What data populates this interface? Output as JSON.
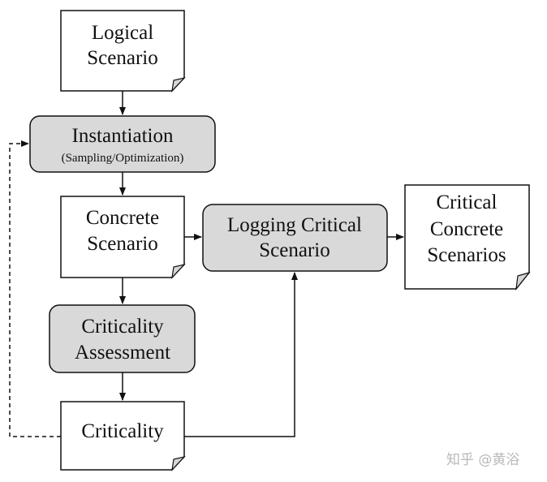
{
  "nodes": {
    "logical_scenario": {
      "line1": "Logical",
      "line2": "Scenario"
    },
    "instantiation": {
      "title": "Instantiation",
      "subtitle": "(Sampling/Optimization)"
    },
    "concrete_scenario": {
      "line1": "Concrete",
      "line2": "Scenario"
    },
    "criticality_assessment": {
      "line1": "Criticality",
      "line2": "Assessment"
    },
    "criticality": {
      "label": "Criticality"
    },
    "logging_critical_scenario": {
      "line1": "Logging Critical",
      "line2": "Scenario"
    },
    "critical_concrete_scenarios": {
      "line1": "Critical",
      "line2": "Concrete",
      "line3": "Scenarios"
    }
  },
  "colors": {
    "process_fill": "#d9d9d9",
    "document_fill": "#ffffff",
    "stroke": "#111111"
  },
  "watermark": "知乎 @黄浴"
}
